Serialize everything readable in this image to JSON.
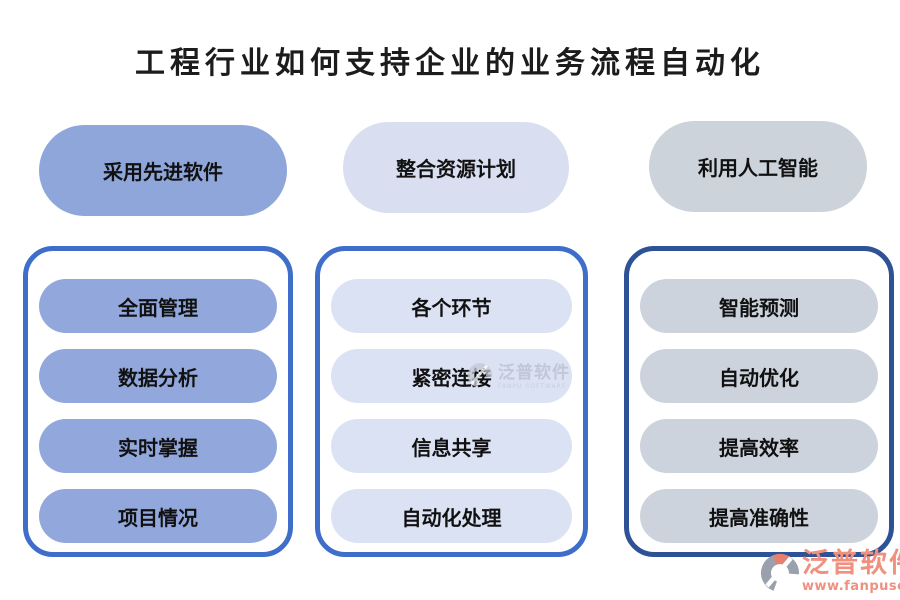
{
  "title": "工程行业如何支持企业的业务流程自动化",
  "columns": [
    {
      "header": "采用先进软件",
      "items": [
        "全面管理",
        "数据分析",
        "实时掌握",
        "项目情况"
      ]
    },
    {
      "header": "整合资源计划",
      "items": [
        "各个环节",
        "紧密连接",
        "信息共享",
        "自动化处理"
      ]
    },
    {
      "header": "利用人工智能",
      "items": [
        "智能预测",
        "自动优化",
        "提高效率",
        "提高准确性"
      ]
    }
  ],
  "watermark": {
    "name": "泛普软件",
    "sub": "FANPU SOFTWARE"
  },
  "brand": {
    "name": "泛普软件",
    "url": "www.fanpusoft.com"
  },
  "colors": {
    "col1_header_bg": "#8fa6db",
    "col1_item_bg": "#92a8dd",
    "col2_header_bg": "#d9dff1",
    "col2_item_bg": "#dbe2f4",
    "col3_header_bg": "#ccd3db",
    "col3_item_bg": "#ccd3dc",
    "border_blue": "#3e6ec9",
    "border_navy": "#2d5296",
    "brand_color": "#f0907f",
    "watermark_color": "#b9bfca"
  }
}
